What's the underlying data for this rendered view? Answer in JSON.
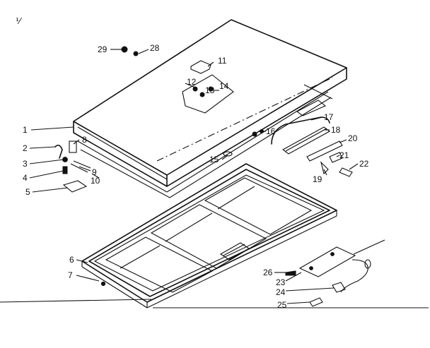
{
  "diagram": {
    "callouts": [
      "1",
      "2",
      "3",
      "4",
      "5",
      "6",
      "7",
      "8",
      "9",
      "10",
      "11",
      "12",
      "13",
      "14",
      "15",
      "16",
      "17",
      "18",
      "19",
      "20",
      "21",
      "22",
      "23",
      "24",
      "25",
      "26",
      "28",
      "29"
    ],
    "corner_mark": "⅟"
  }
}
